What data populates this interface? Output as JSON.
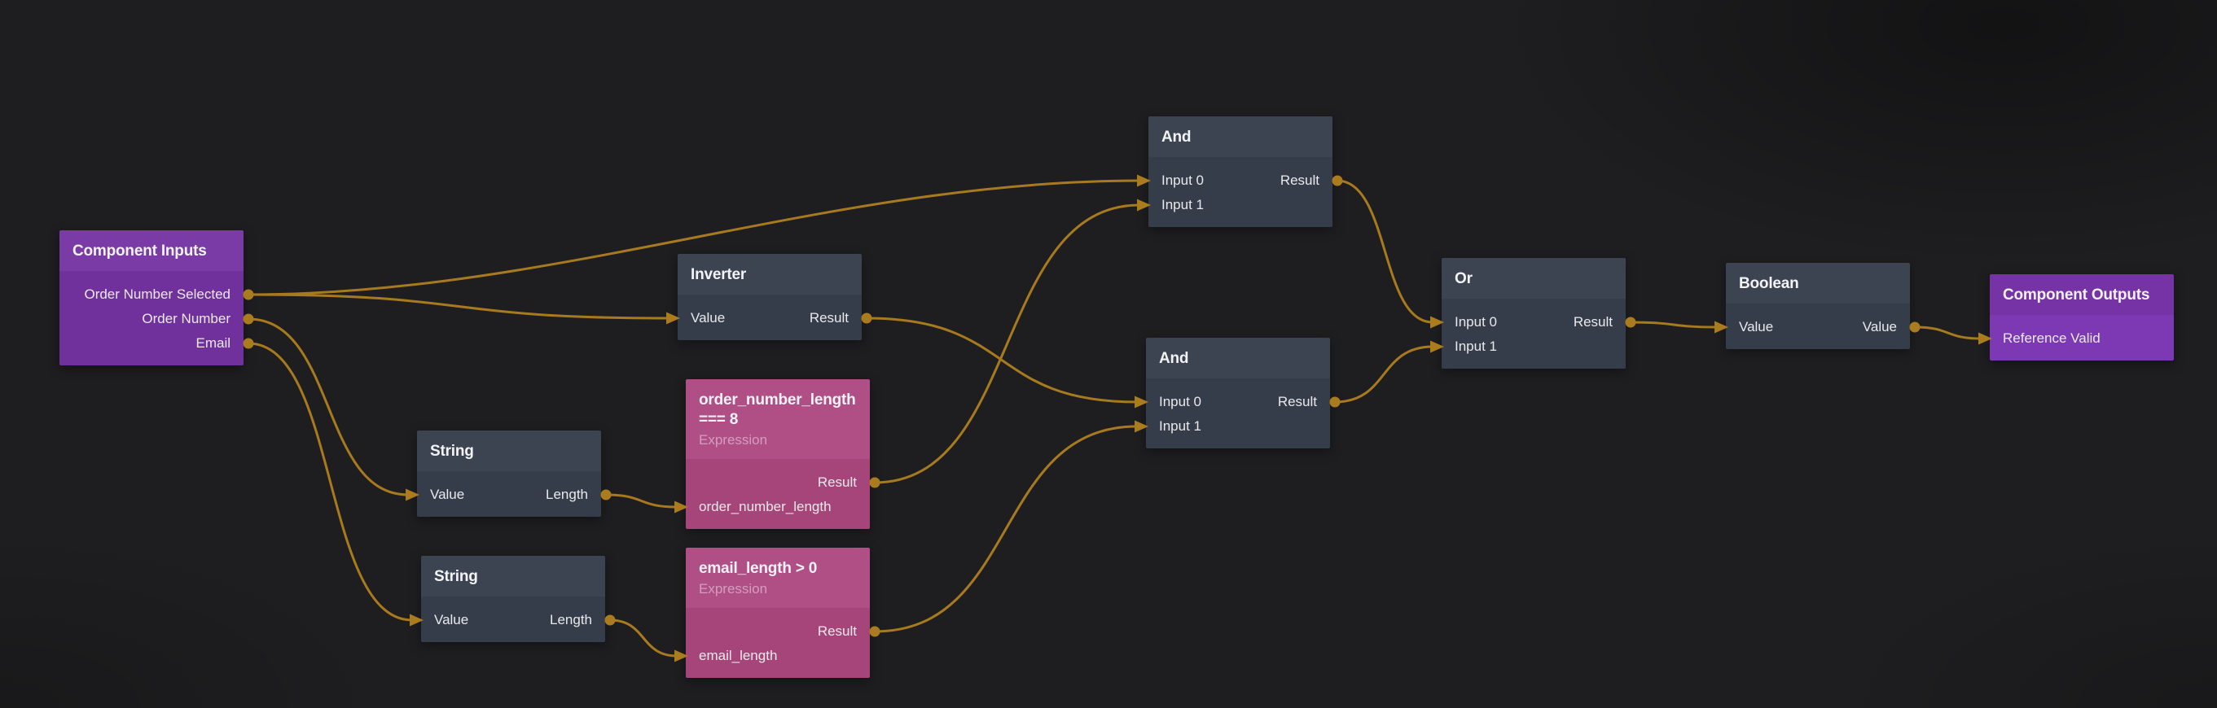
{
  "colors": {
    "background": "#1e1e20",
    "wire": "#a87a1e",
    "port": "#ab7c1e",
    "node_dark_header": "#3c4452",
    "node_dark_body": "#363d4a",
    "node_input_purple": "#7b3ba6",
    "node_output_purple": "#7d39b3",
    "node_expression_pink": "#b04e86"
  },
  "nodes": {
    "component_inputs": {
      "title": "Component Inputs",
      "ports": {
        "order_number_selected": "Order Number Selected",
        "order_number": "Order Number",
        "email": "Email"
      }
    },
    "inverter": {
      "title": "Inverter",
      "ports": {
        "value": "Value",
        "result": "Result"
      }
    },
    "string1": {
      "title": "String",
      "ports": {
        "value": "Value",
        "length": "Length"
      }
    },
    "string2": {
      "title": "String",
      "ports": {
        "value": "Value",
        "length": "Length"
      }
    },
    "expr_order": {
      "title": "order_number_length === 8",
      "subtitle": "Expression",
      "ports": {
        "result": "Result",
        "input": "order_number_length"
      }
    },
    "expr_email": {
      "title": "email_length > 0",
      "subtitle": "Expression",
      "ports": {
        "result": "Result",
        "input": "email_length"
      }
    },
    "and1": {
      "title": "And",
      "ports": {
        "input0": "Input 0",
        "input1": "Input 1",
        "result": "Result"
      }
    },
    "and2": {
      "title": "And",
      "ports": {
        "input0": "Input 0",
        "input1": "Input 1",
        "result": "Result"
      }
    },
    "or1": {
      "title": "Or",
      "ports": {
        "input0": "Input 0",
        "input1": "Input 1",
        "result": "Result"
      }
    },
    "boolean1": {
      "title": "Boolean",
      "ports": {
        "value_in": "Value",
        "value_out": "Value"
      }
    },
    "component_outputs": {
      "title": "Component Outputs",
      "ports": {
        "reference_valid": "Reference Valid"
      }
    }
  },
  "edges": [
    {
      "from": "component_inputs.order_number_selected",
      "to": "and1.input0"
    },
    {
      "from": "component_inputs.order_number_selected",
      "to": "inverter.value"
    },
    {
      "from": "component_inputs.order_number",
      "to": "string1.value"
    },
    {
      "from": "component_inputs.email",
      "to": "string2.value"
    },
    {
      "from": "string1.length",
      "to": "expr_order.input"
    },
    {
      "from": "string2.length",
      "to": "expr_email.input"
    },
    {
      "from": "inverter.result",
      "to": "and2.input0"
    },
    {
      "from": "expr_order.result",
      "to": "and1.input1"
    },
    {
      "from": "expr_email.result",
      "to": "and2.input1"
    },
    {
      "from": "and1.result",
      "to": "or1.input0"
    },
    {
      "from": "and2.result",
      "to": "or1.input1"
    },
    {
      "from": "or1.result",
      "to": "boolean1.value_in"
    },
    {
      "from": "boolean1.value_out",
      "to": "component_outputs.reference_valid"
    }
  ]
}
